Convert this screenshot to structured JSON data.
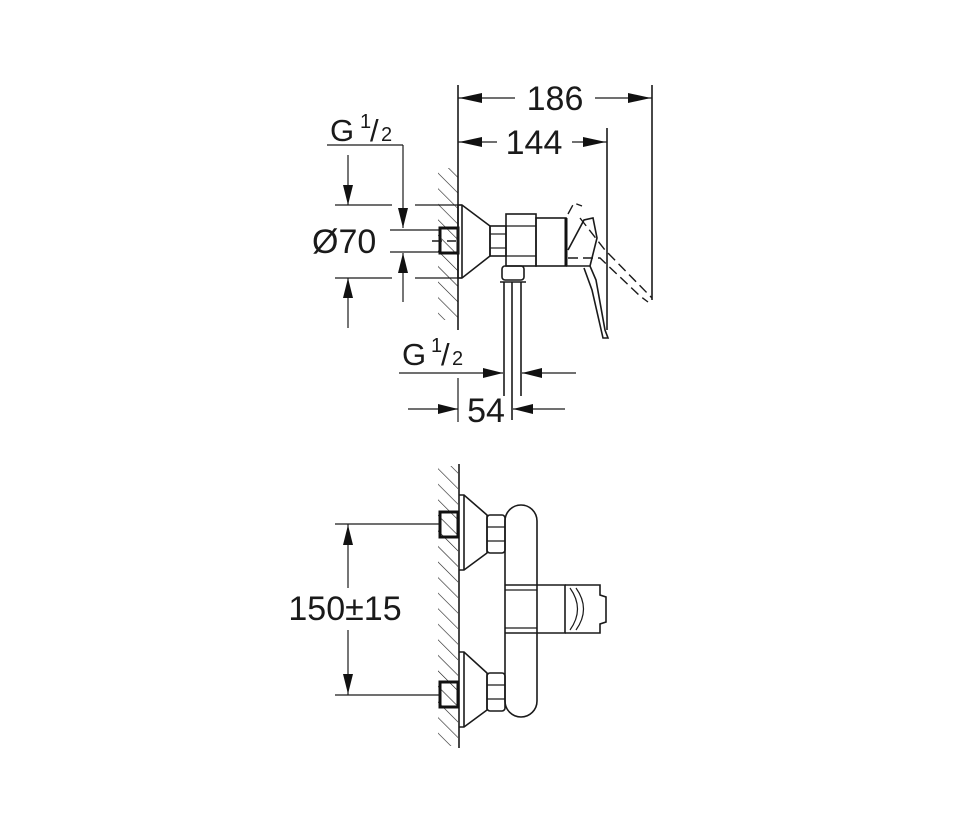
{
  "drawing": {
    "colors": {
      "line": "#1a1a1a",
      "background": "#ffffff"
    },
    "side_view": {
      "dimensions": {
        "total_depth": "186",
        "handle_depth": "144",
        "inlet_thread": {
          "prefix": "G",
          "num": "1",
          "den": "2"
        },
        "rosette_diameter": "Ø70",
        "outlet_thread": {
          "prefix": "G",
          "num": "1",
          "den": "2"
        },
        "outlet_offset": "54"
      }
    },
    "front_view": {
      "dimensions": {
        "inlet_spacing": "150±15"
      }
    }
  }
}
